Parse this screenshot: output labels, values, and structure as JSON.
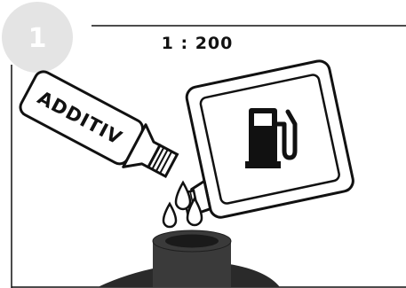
{
  "step": {
    "number": "1"
  },
  "instruction": {
    "mix_ratio": "1 : 200"
  },
  "additive_bottle": {
    "label": "ADDITIV",
    "icon": "additive-bottle-icon"
  },
  "fuel_canister": {
    "icon": "fuel-pump-icon"
  },
  "drops": {
    "icon": "droplet-icon",
    "count": 3
  },
  "tank_filler": {
    "icon": "tank-filler-neck-icon"
  },
  "colors": {
    "badge": "#e4e4e4",
    "ink": "#111111",
    "pipe": "#3a3a3a",
    "pipe_dark": "#222222"
  }
}
